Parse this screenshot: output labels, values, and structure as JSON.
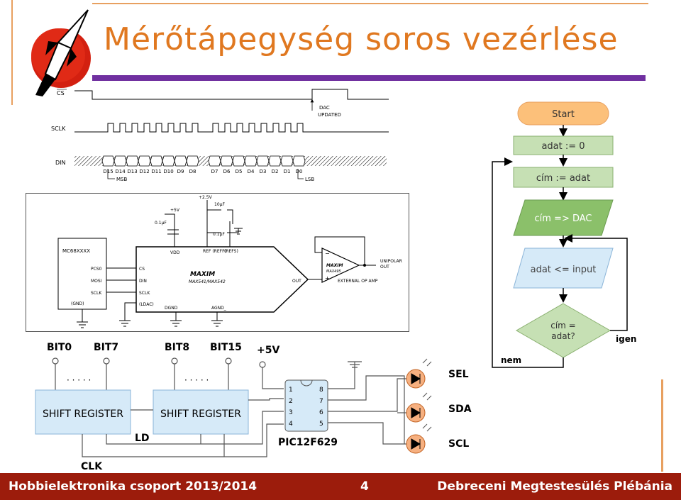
{
  "slide": {
    "title": "Mérőtápegység soros vezérlése",
    "footer_left": "Hobbielektronika csoport 2013/2014",
    "page_number": "4",
    "footer_right": "Debreceni Megtestesülés Plébánia"
  },
  "timing": {
    "cs": "CS",
    "sclk": "SCLK",
    "din": "DIN",
    "dac_updated_1": "DAC",
    "dac_updated_2": "UPDATED",
    "bits_high": [
      "D15",
      "D14",
      "D13",
      "D12",
      "D11",
      "D10",
      "D9",
      "D8"
    ],
    "bits_low": [
      "D7",
      "D6",
      "D5",
      "D4",
      "D3",
      "D2",
      "D1",
      "D0"
    ],
    "msb": "MSB",
    "lsb": "LSB"
  },
  "schematic": {
    "mcu": "MC68XXXX",
    "mcu_pins": [
      "PCS0",
      "MOSI",
      "SCLK",
      "(GND)"
    ],
    "dac_pins": [
      "CS",
      "DIN",
      "SCLK",
      "(LDAC)"
    ],
    "vdd": "VDD",
    "ref": "REF (REFF)",
    "refs": "(REFS)",
    "dgnd": "DGND",
    "agnd": "AGND_",
    "brand": "MAXIM",
    "part": "MAX541/MAX542",
    "out": "OUT",
    "opamp_brand": "MAXIM",
    "opamp_part": "MAX495",
    "external": "EXTERNAL OP AMP",
    "unipolar1": "UNIPOLAR",
    "unipolar2": "OUT",
    "plus5": "+5V",
    "plus25": "+2.5V",
    "cap1": "0.1µF",
    "cap2": "10µF",
    "cap3": "0.1µF"
  },
  "flowchart": {
    "start": "Start",
    "step1": "adat := 0",
    "step2": "cím := adat",
    "io1": "cím => DAC",
    "io2": "adat <= input",
    "decision1": "cím =",
    "decision2": "adat?",
    "yes": "igen",
    "no": "nem"
  },
  "shift": {
    "bit0": "BIT0",
    "bit7": "BIT7",
    "bit8": "BIT8",
    "bit15": "BIT15",
    "plus5": "+5V",
    "sr1": "SHIFT REGISTER",
    "sr2": "SHIFT REGISTER",
    "ld": "LD",
    "clk": "CLK",
    "pic": "PIC12F629",
    "pins": [
      "1",
      "2",
      "3",
      "4",
      "8",
      "7",
      "6",
      "5"
    ],
    "sel": "SEL",
    "sda": "SDA",
    "scl": "SCL",
    "dots": "· · · · ·"
  }
}
